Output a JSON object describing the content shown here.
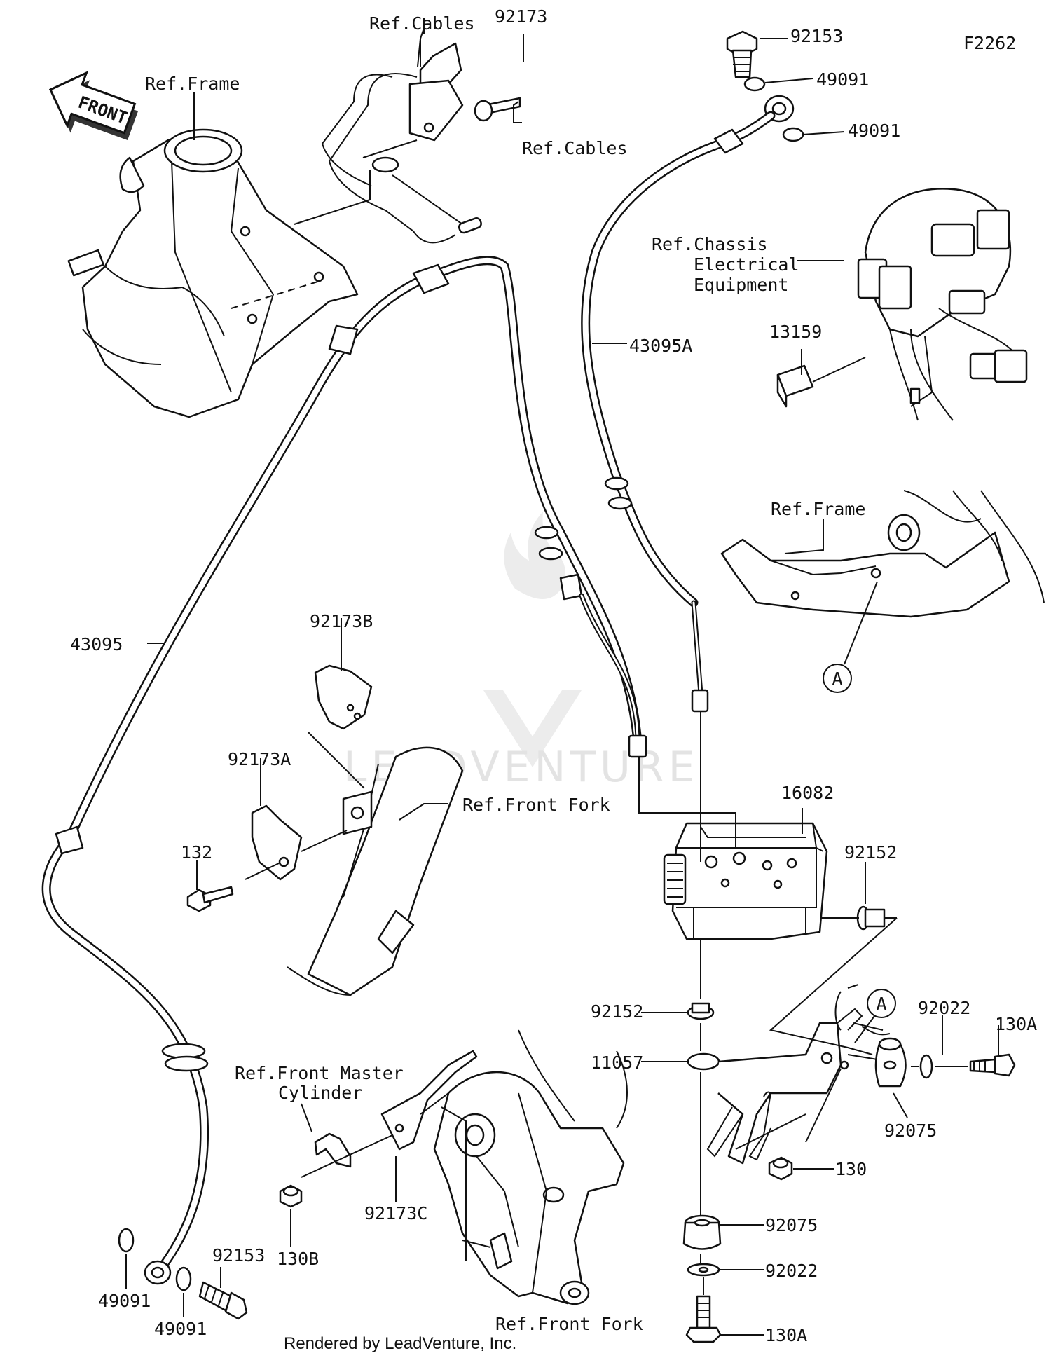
{
  "figure_code": "F2262",
  "front_arrow_text": "FRONT",
  "watermark_text": "LEADVENTURE",
  "footer_text": "Rendered by LeadVenture, Inc.",
  "callout_letter": "A",
  "labels": {
    "ref_frame_top": "Ref.Frame",
    "ref_cables_top": "Ref.Cables",
    "p92173": "92173",
    "ref_cables_right": "Ref.Cables",
    "p92153_top": "92153",
    "p49091_a": "49091",
    "p49091_b": "49091",
    "ref_chassis_l1": "Ref.Chassis",
    "ref_chassis_l2": "Electrical",
    "ref_chassis_l3": "Equipment",
    "p13159": "13159",
    "p43095A": "43095A",
    "ref_frame_mid": "Ref.Frame",
    "p43095": "43095",
    "p92173B": "92173B",
    "p92173A": "92173A",
    "ref_front_fork_mid": "Ref.Front Fork",
    "p132": "132",
    "p16082": "16082",
    "p92152_right": "92152",
    "p92152_left": "92152",
    "p92022_right": "92022",
    "p130A_right": "130A",
    "p11057": "11057",
    "p92075_right": "92075",
    "ref_master_l1": "Ref.Front Master",
    "ref_master_l2": "Cylinder",
    "p130": "130",
    "p92173C": "92173C",
    "p130B": "130B",
    "p92153_bottom": "92153",
    "p49091_c": "49091",
    "p49091_d": "49091",
    "p92075_bottom": "92075",
    "p92022_bottom": "92022",
    "p130A_bottom": "130A",
    "ref_front_fork_bottom": "Ref.Front Fork"
  }
}
